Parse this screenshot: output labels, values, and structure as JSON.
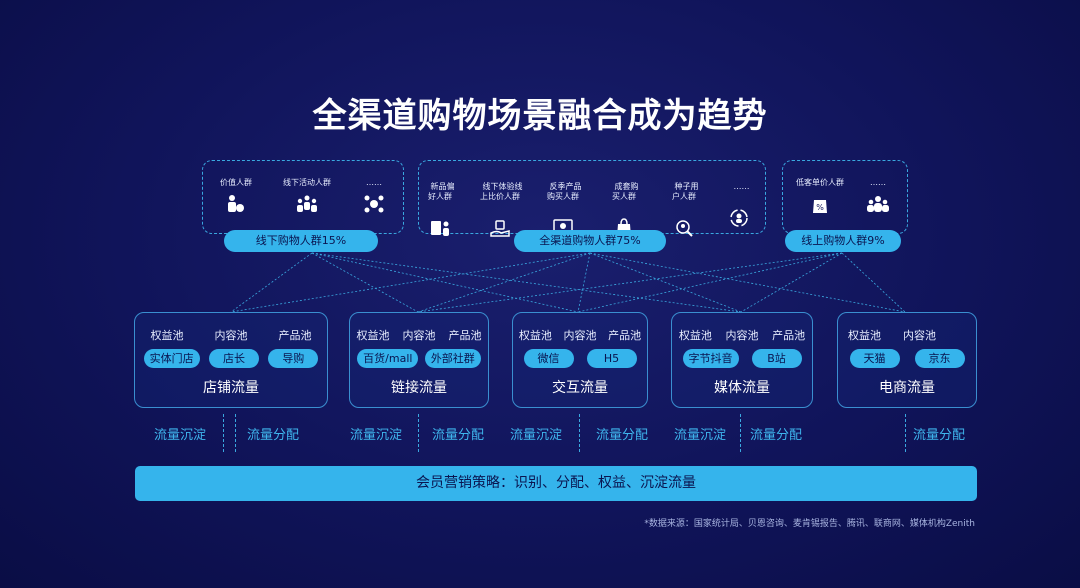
{
  "title": "全渠道购物场景融合成为趋势",
  "groups": {
    "offline": {
      "label": "线下购物人群15%",
      "segments": [
        {
          "label": "价值人群",
          "icon": "people-coin-icon"
        },
        {
          "label": "线下活动人群",
          "icon": "crowd-icon"
        },
        {
          "label": "……",
          "icon": "network-people-icon"
        }
      ]
    },
    "omni": {
      "label": "全渠道购物人群75%",
      "segments": [
        {
          "label": "新品偏\n好人群",
          "icon": "shop-person-icon"
        },
        {
          "label": "线下体验线\n上比价人群",
          "icon": "hand-bag-icon"
        },
        {
          "label": "反季产品\n购买人群",
          "icon": "screen-product-icon"
        },
        {
          "label": "成套购\n买人群",
          "icon": "shopping-bag-icon"
        },
        {
          "label": "种子用\n户人群",
          "icon": "search-person-icon"
        },
        {
          "label": "……",
          "icon": "cycle-people-icon"
        }
      ]
    },
    "online": {
      "label": "线上购物人群9%",
      "segments": [
        {
          "label": "低客单价人群",
          "icon": "discount-bag-icon"
        },
        {
          "label": "……",
          "icon": "team-icon"
        }
      ]
    }
  },
  "channels": [
    {
      "name": "店铺流量",
      "pools": [
        "权益池",
        "内容池",
        "产品池"
      ],
      "tags": [
        "实体门店",
        "店长",
        "导购"
      ]
    },
    {
      "name": "链接流量",
      "pools": [
        "权益池",
        "内容池",
        "产品池"
      ],
      "tags": [
        "百货/mall",
        "外部社群"
      ]
    },
    {
      "name": "交互流量",
      "pools": [
        "权益池",
        "内容池",
        "产品池"
      ],
      "tags": [
        "微信",
        "H5"
      ]
    },
    {
      "name": "媒体流量",
      "pools": [
        "权益池",
        "内容池",
        "产品池"
      ],
      "tags": [
        "字节抖音",
        "B站"
      ]
    },
    {
      "name": "电商流量",
      "pools": [
        "权益池",
        "内容池"
      ],
      "tags": [
        "天猫",
        "京东"
      ]
    }
  ],
  "flows": {
    "settle": "流量沉淀",
    "distribute": "流量分配"
  },
  "strategy": "会员营销策略：识别、分配、权益、沉淀流量",
  "source": "*数据来源：国家统计局、贝恩咨询、麦肯锡报告、腾讯、联商网、媒体机构Zenith",
  "colors": {
    "accent": "#35b4ec",
    "background": "#10145a",
    "flow_text": "#3fb6ee"
  }
}
